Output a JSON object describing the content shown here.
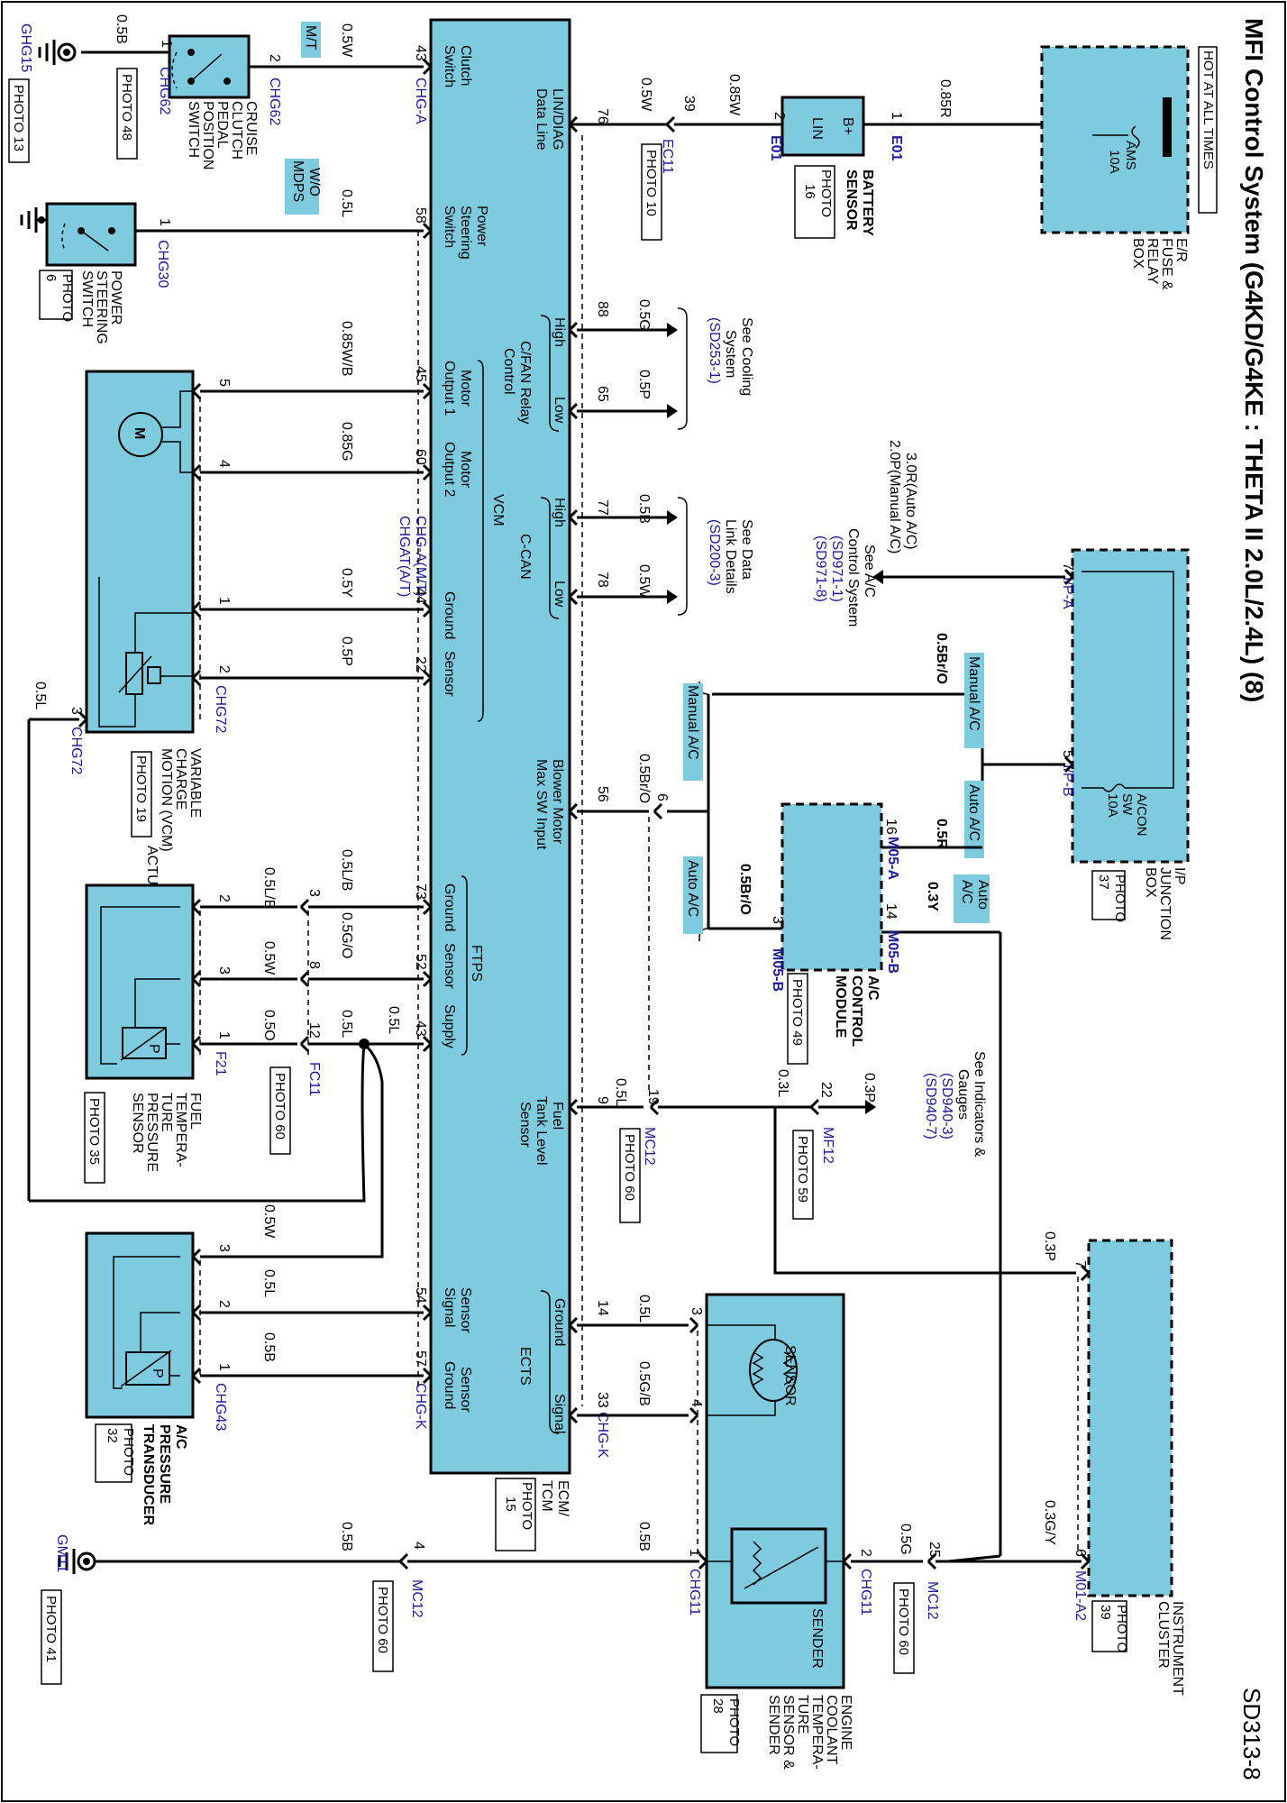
{
  "title": "MFI Control System (G4KD/G4KE : THETA II 2.0L/2.4L) (8)",
  "page_id": "SD313-8",
  "hot_label": "HOT AT ALL TIMES",
  "er_box": {
    "lines": [
      "E/R",
      "FUSE &",
      "RELAY",
      "BOX"
    ],
    "fuse": [
      "AMS",
      "10A"
    ]
  },
  "battery_sensor": {
    "lines": [
      "BATTERY",
      "SENSOR"
    ],
    "photo": [
      "PHOTO",
      "16"
    ],
    "pin_b": "B+",
    "pin_lin": "LIN",
    "conn": "E01",
    "wire_in": "0.85R",
    "pin_in": "1",
    "pin_out": "2",
    "wire_out": "0.85W"
  },
  "ec11": {
    "pin": "39",
    "conn": "EC11",
    "photo": "PHOTO 10",
    "wire": "0.5W"
  },
  "ecm": {
    "lines": [
      "ECM/",
      "TCM"
    ],
    "photo": [
      "PHOTO",
      "15"
    ]
  },
  "ecm_labels": {
    "lin_diag": [
      "LIN/DIAG",
      "Data Line"
    ],
    "clutch": [
      "Clutch",
      "Switch"
    ],
    "power_steer": [
      "Power",
      "Steering",
      "Switch"
    ],
    "cfan": [
      "C/FAN Relay",
      "Control"
    ],
    "motor1": [
      "Motor",
      "Output 1"
    ],
    "motor2": [
      "Motor",
      "Output 2"
    ],
    "vcm": "VCM",
    "ccan": "C-CAN",
    "ground": "Ground",
    "sensor": "Sensor",
    "blower": [
      "Blower Motor",
      "Max SW Input"
    ],
    "ftps": "FTPS",
    "supply": "Supply",
    "fuel_tank": [
      "Fuel",
      "Tank Level",
      "Sensor"
    ],
    "ects": "ECTS",
    "signal": "Signal",
    "sensor_signal": [
      "Sensor",
      "Signal"
    ],
    "sensor_ground": [
      "Sensor",
      "Ground"
    ],
    "high": "High",
    "low": "Low"
  },
  "ecm_pins": {
    "p43": "43",
    "p76": "76",
    "p58": "58",
    "p88": "88",
    "p65": "65",
    "p45": "45",
    "p60": "60",
    "p77": "77",
    "p78": "78",
    "p44": "44",
    "p22": "22",
    "p56": "56",
    "p73": "73",
    "p52": "52",
    "p43b": "43",
    "p9": "9",
    "p54": "54",
    "p57": "57",
    "p14": "14",
    "p33": "33"
  },
  "conn_labels": {
    "chg_a": "CHG-A",
    "chg_a_mt": "CHG-A(M/T)",
    "chgat": "CHGAT(A/T)",
    "chg_k": "CHG-K"
  },
  "cruise_switch": {
    "lines": [
      "CRUISE",
      "CLUTCH",
      "PEDAL",
      "POSITION",
      "SWITCH"
    ],
    "conn": "CHG62",
    "photo": "PHOTO 48",
    "pin1": "1",
    "pin2": "2",
    "wire_gnd": "0.5B",
    "wire_out": "0.5W",
    "tag": "M/T",
    "ground": "GHG15",
    "ground_photo": "PHOTO 13"
  },
  "ps_switch": {
    "lines": [
      "POWER",
      "STEERING",
      "SWITCH"
    ],
    "conn": "CHG30",
    "photo": [
      "PHOTO",
      "6"
    ],
    "pin1": "1",
    "wire": "0.5L",
    "tag": [
      "W/O",
      "MDPS"
    ]
  },
  "cooling_ref": {
    "lines": [
      "See Cooling",
      "System"
    ],
    "ref": "(SD253-1)",
    "wire_high": "0.5G",
    "wire_low": "0.5P"
  },
  "datalink_ref": {
    "lines": [
      "See Data",
      "Link Details"
    ],
    "ref": "(SD200-3)",
    "wire_high": "0.5B",
    "wire_low": "0.5W"
  },
  "vcm_actuator": {
    "lines": [
      "VARIABLE",
      "CHARGE",
      "MOTION (VCM)",
      "ACTUATOR"
    ],
    "conn": "CHG72",
    "photo": "PHOTO 19",
    "pins": [
      "5",
      "4",
      "1",
      "2",
      "3"
    ],
    "wires": [
      "0.85W/B",
      "0.85G",
      "0.5Y",
      "0.5P",
      "0.5L"
    ],
    "motor": "M"
  },
  "ip_junction": {
    "lines": [
      "I/P",
      "JUNCTION",
      "BOX"
    ],
    "photo": [
      "PHOTO",
      "37"
    ],
    "fuse": [
      "A/CON",
      "SW",
      "10A"
    ],
    "conn_a": "I/P-A",
    "conn_b": "I/P-B",
    "pin7": "7",
    "pin5": "5"
  },
  "ac_ref": {
    "wire_top": [
      "3.0R(Auto A/C)",
      "2.0P(Manual A/C)"
    ],
    "lines": [
      "See A/C",
      "Control System"
    ],
    "refs": [
      "(SD971-1)",
      "(SD971-8)"
    ]
  },
  "ac_module": {
    "lines": [
      "A/C",
      "CONTROL",
      "MODULE"
    ],
    "photo": "PHOTO 49",
    "conn_a": "M05-A",
    "conn_b": "M05-B",
    "pin16": "16",
    "pin14": "14",
    "pin3": "3"
  },
  "ac_wires": {
    "manual": "0.5Br/O",
    "auto_r": "0.5R",
    "auto_y": "0.3Y",
    "br_o": "0.5Br/O",
    "br_o2": "0.5Br/O",
    "pin6": "6"
  },
  "ac_tags": {
    "manual_ac": "Manual A/C",
    "auto_ac": "Auto A/C",
    "auto_ac_2": [
      "Auto",
      "A/C"
    ]
  },
  "ftps": {
    "lines": [
      "FUEL",
      "TEMPERA-",
      "TURE",
      "PRESSURE",
      "SENSOR"
    ],
    "conn": "F21",
    "photo": "PHOTO 35",
    "pins": [
      "2",
      "3",
      "1"
    ],
    "wires_left": [
      "0.5L/B",
      "0.5W",
      "0.5O"
    ],
    "wires_right": [
      "0.5L/B",
      "0.5G/O",
      "0.5L"
    ],
    "fc_pins": [
      "3",
      "8",
      "12"
    ],
    "fc_conn": "FC11",
    "fc_photo": "PHOTO 60",
    "splice_wire": "0.5L"
  },
  "mc12_mid": {
    "pin19": "19",
    "conn": "MC12",
    "photo": "PHOTO 60",
    "wire": "0.5L"
  },
  "mf12": {
    "pin22": "22",
    "conn": "MF12",
    "photo": "PHOTO 59",
    "wire_l": "0.3L",
    "wire_p": "0.3P"
  },
  "gauges_ref": {
    "lines": [
      "See Indicators &",
      "Gauges"
    ],
    "refs": [
      "(SD940-3)",
      "(SD940-7)"
    ]
  },
  "ac_pressure": {
    "lines": [
      "A/C",
      "PRESSURE",
      "TRANSDUCER"
    ],
    "conn": "CHG43",
    "photo": [
      "PHOTO",
      "32"
    ],
    "pins": [
      "3",
      "2",
      "1"
    ],
    "wires": [
      "0.5W",
      "0.5L",
      "0.5B"
    ]
  },
  "cluster": {
    "lines": [
      "INSTRUMENT",
      "CLUSTER"
    ],
    "photo": [
      "PHOTO",
      "39"
    ],
    "conn": "M01-A2",
    "pin7": "7",
    "pin6": "6",
    "wire_p": "0.3P",
    "wire_gy": "0.3G/Y"
  },
  "ects_sensor": {
    "lines": [
      "ENGINE",
      "COOLANT",
      "TEMPERA-",
      "TURE",
      "SENSOR &",
      "SENDER"
    ],
    "photo": [
      "PHOTO",
      "28"
    ],
    "conn": "CHG11",
    "sensor": "SENSOR",
    "sender": "SENDER",
    "pins": [
      "3",
      "4",
      "1",
      "2"
    ],
    "wires": [
      "0.5L",
      "0.5G/B",
      "0.5B",
      "0.5G"
    ]
  },
  "mc12_low": {
    "pin25": "25",
    "conn": "MC12",
    "photo": "PHOTO 60"
  },
  "ground_gm11": {
    "pin4": "4",
    "conn": "MC12",
    "photo": "PHOTO 60",
    "wire": "0.5B",
    "ground": "GM11",
    "ground_photo": "PHOTO 41"
  },
  "colors": {
    "box": "#7ecbe0",
    "connector_text": "#1a1a9e"
  }
}
